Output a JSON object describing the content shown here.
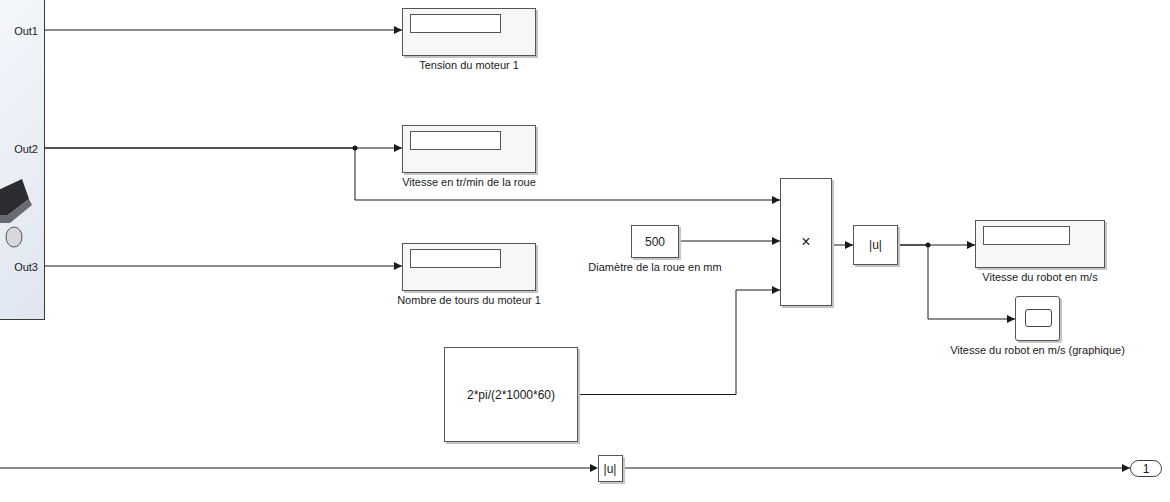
{
  "diagram": {
    "nodes": [
      {
        "text": [
          "Out1",
          "Out2",
          "Out3"
        ]
      },
      {
        "text": [
          "Tension du moteur 1"
        ]
      },
      {
        "text": [
          "Vitesse en tr/min de la roue"
        ]
      },
      {
        "text": [
          "Nombre de tours du moteur 1"
        ]
      },
      {
        "text": [
          "500",
          "Diamètre de la roue en mm"
        ]
      },
      {
        "text": [
          "2*pi/(2*1000*60)"
        ]
      },
      {
        "text": [
          "×"
        ]
      },
      {
        "text": [
          "|u|"
        ]
      },
      {
        "text": [
          "Vitesse du robot en m/s"
        ]
      },
      {
        "text": [
          "Vitesse du robot en m/s (graphique)"
        ]
      },
      {
        "text": [
          "|u|"
        ]
      },
      {
        "text": [
          "1"
        ]
      }
    ],
    "edges": [
      {
        "from": 0,
        "to": 1,
        "arrow": "to"
      },
      {
        "from": 0,
        "to": 2,
        "arrow": "to"
      },
      {
        "from": 0,
        "to": 6,
        "arrow": "to"
      },
      {
        "from": 0,
        "to": 3,
        "arrow": "to"
      },
      {
        "from": 4,
        "to": 6,
        "arrow": "to"
      },
      {
        "from": 5,
        "to": 6,
        "arrow": "to"
      },
      {
        "from": 6,
        "to": 7,
        "arrow": "to"
      },
      {
        "from": 7,
        "to": 8,
        "arrow": "to"
      },
      {
        "from": 7,
        "to": 9,
        "arrow": "to"
      },
      {
        "from": 10,
        "to": 11,
        "arrow": "to"
      }
    ]
  }
}
